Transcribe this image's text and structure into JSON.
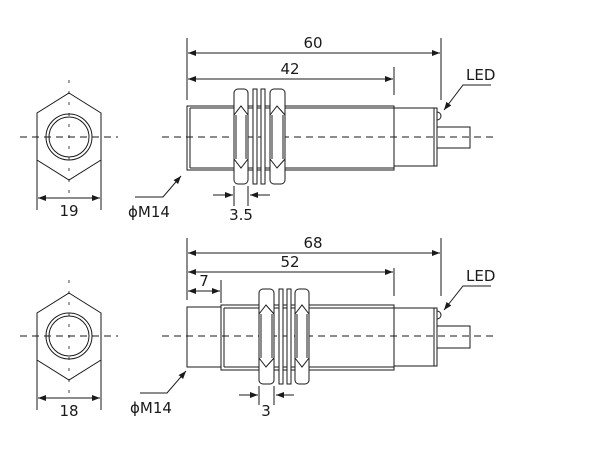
{
  "sensor_60": {
    "hex_width": "19",
    "overall_length": "60",
    "thread_length": "42",
    "thread": "ϕM14",
    "nut_thickness": "3.5",
    "led": "LED"
  },
  "sensor_68": {
    "hex_width": "18",
    "overall_length": "68",
    "thread_length": "52",
    "front_length": "7",
    "thread": "ϕM14",
    "nut_thickness": "3",
    "led": "LED"
  }
}
